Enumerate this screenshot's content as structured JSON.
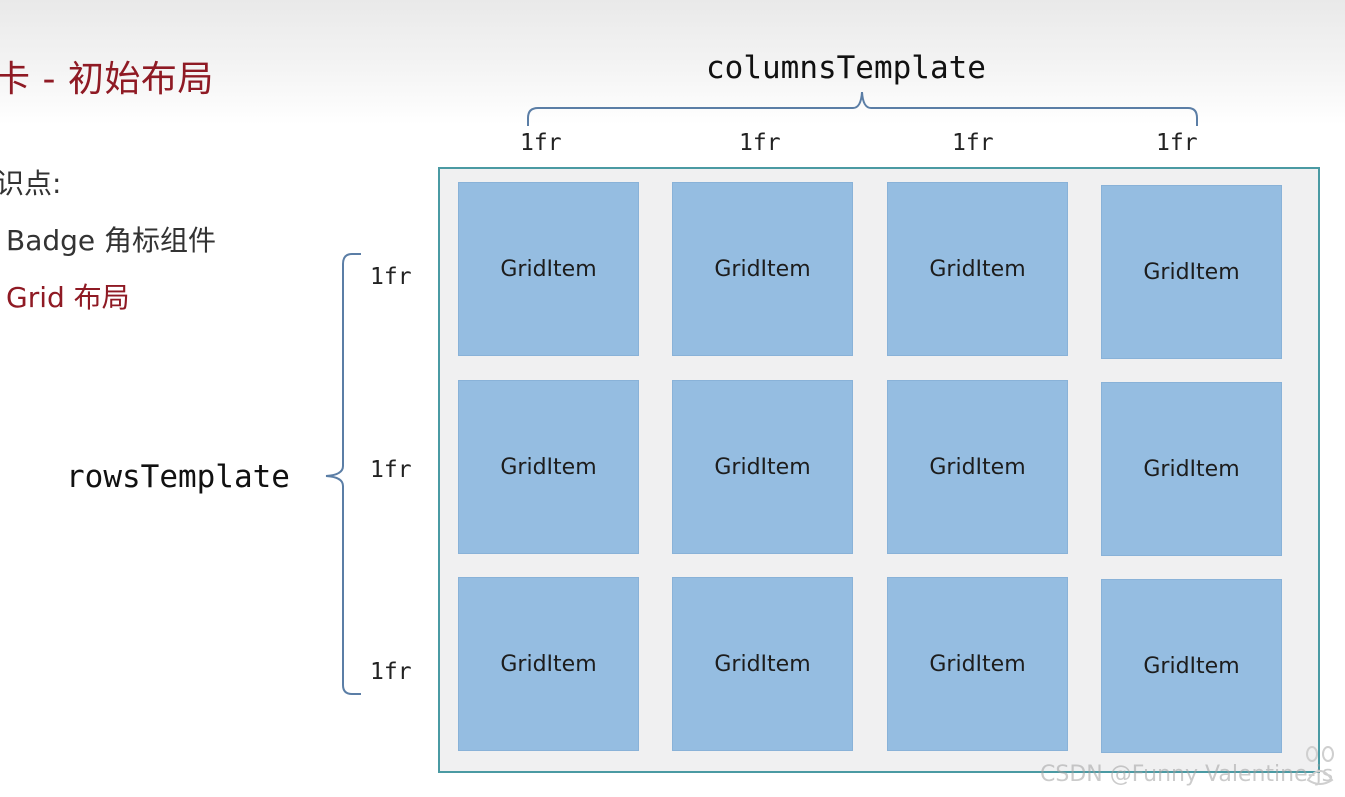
{
  "slide": {
    "title": "卡 - 初始布局",
    "knowledge_label": "识点:",
    "items": [
      "Badge 角标组件",
      "Grid 布局"
    ]
  },
  "diagram": {
    "columns_template_label": "columnsTemplate",
    "rows_template_label": "rowsTemplate",
    "column_fractions": [
      "1fr",
      "1fr",
      "1fr",
      "1fr"
    ],
    "row_fractions": [
      "1fr",
      "1fr",
      "1fr"
    ],
    "grid_rows": [
      [
        "GridItem",
        "GridItem",
        "GridItem",
        "GridItem"
      ],
      [
        "GridItem",
        "GridItem",
        "GridItem",
        "GridItem"
      ],
      [
        "GridItem",
        "GridItem",
        "GridItem",
        "GridItem"
      ]
    ]
  },
  "watermark": "CSDN @Funny Valentine-js",
  "colors": {
    "title": "#8f1a24",
    "grid_border": "#4a9aa3",
    "grid_background": "#f0f0f1",
    "cell_fill": "#95bde1",
    "brace": "#5b7ea6"
  }
}
